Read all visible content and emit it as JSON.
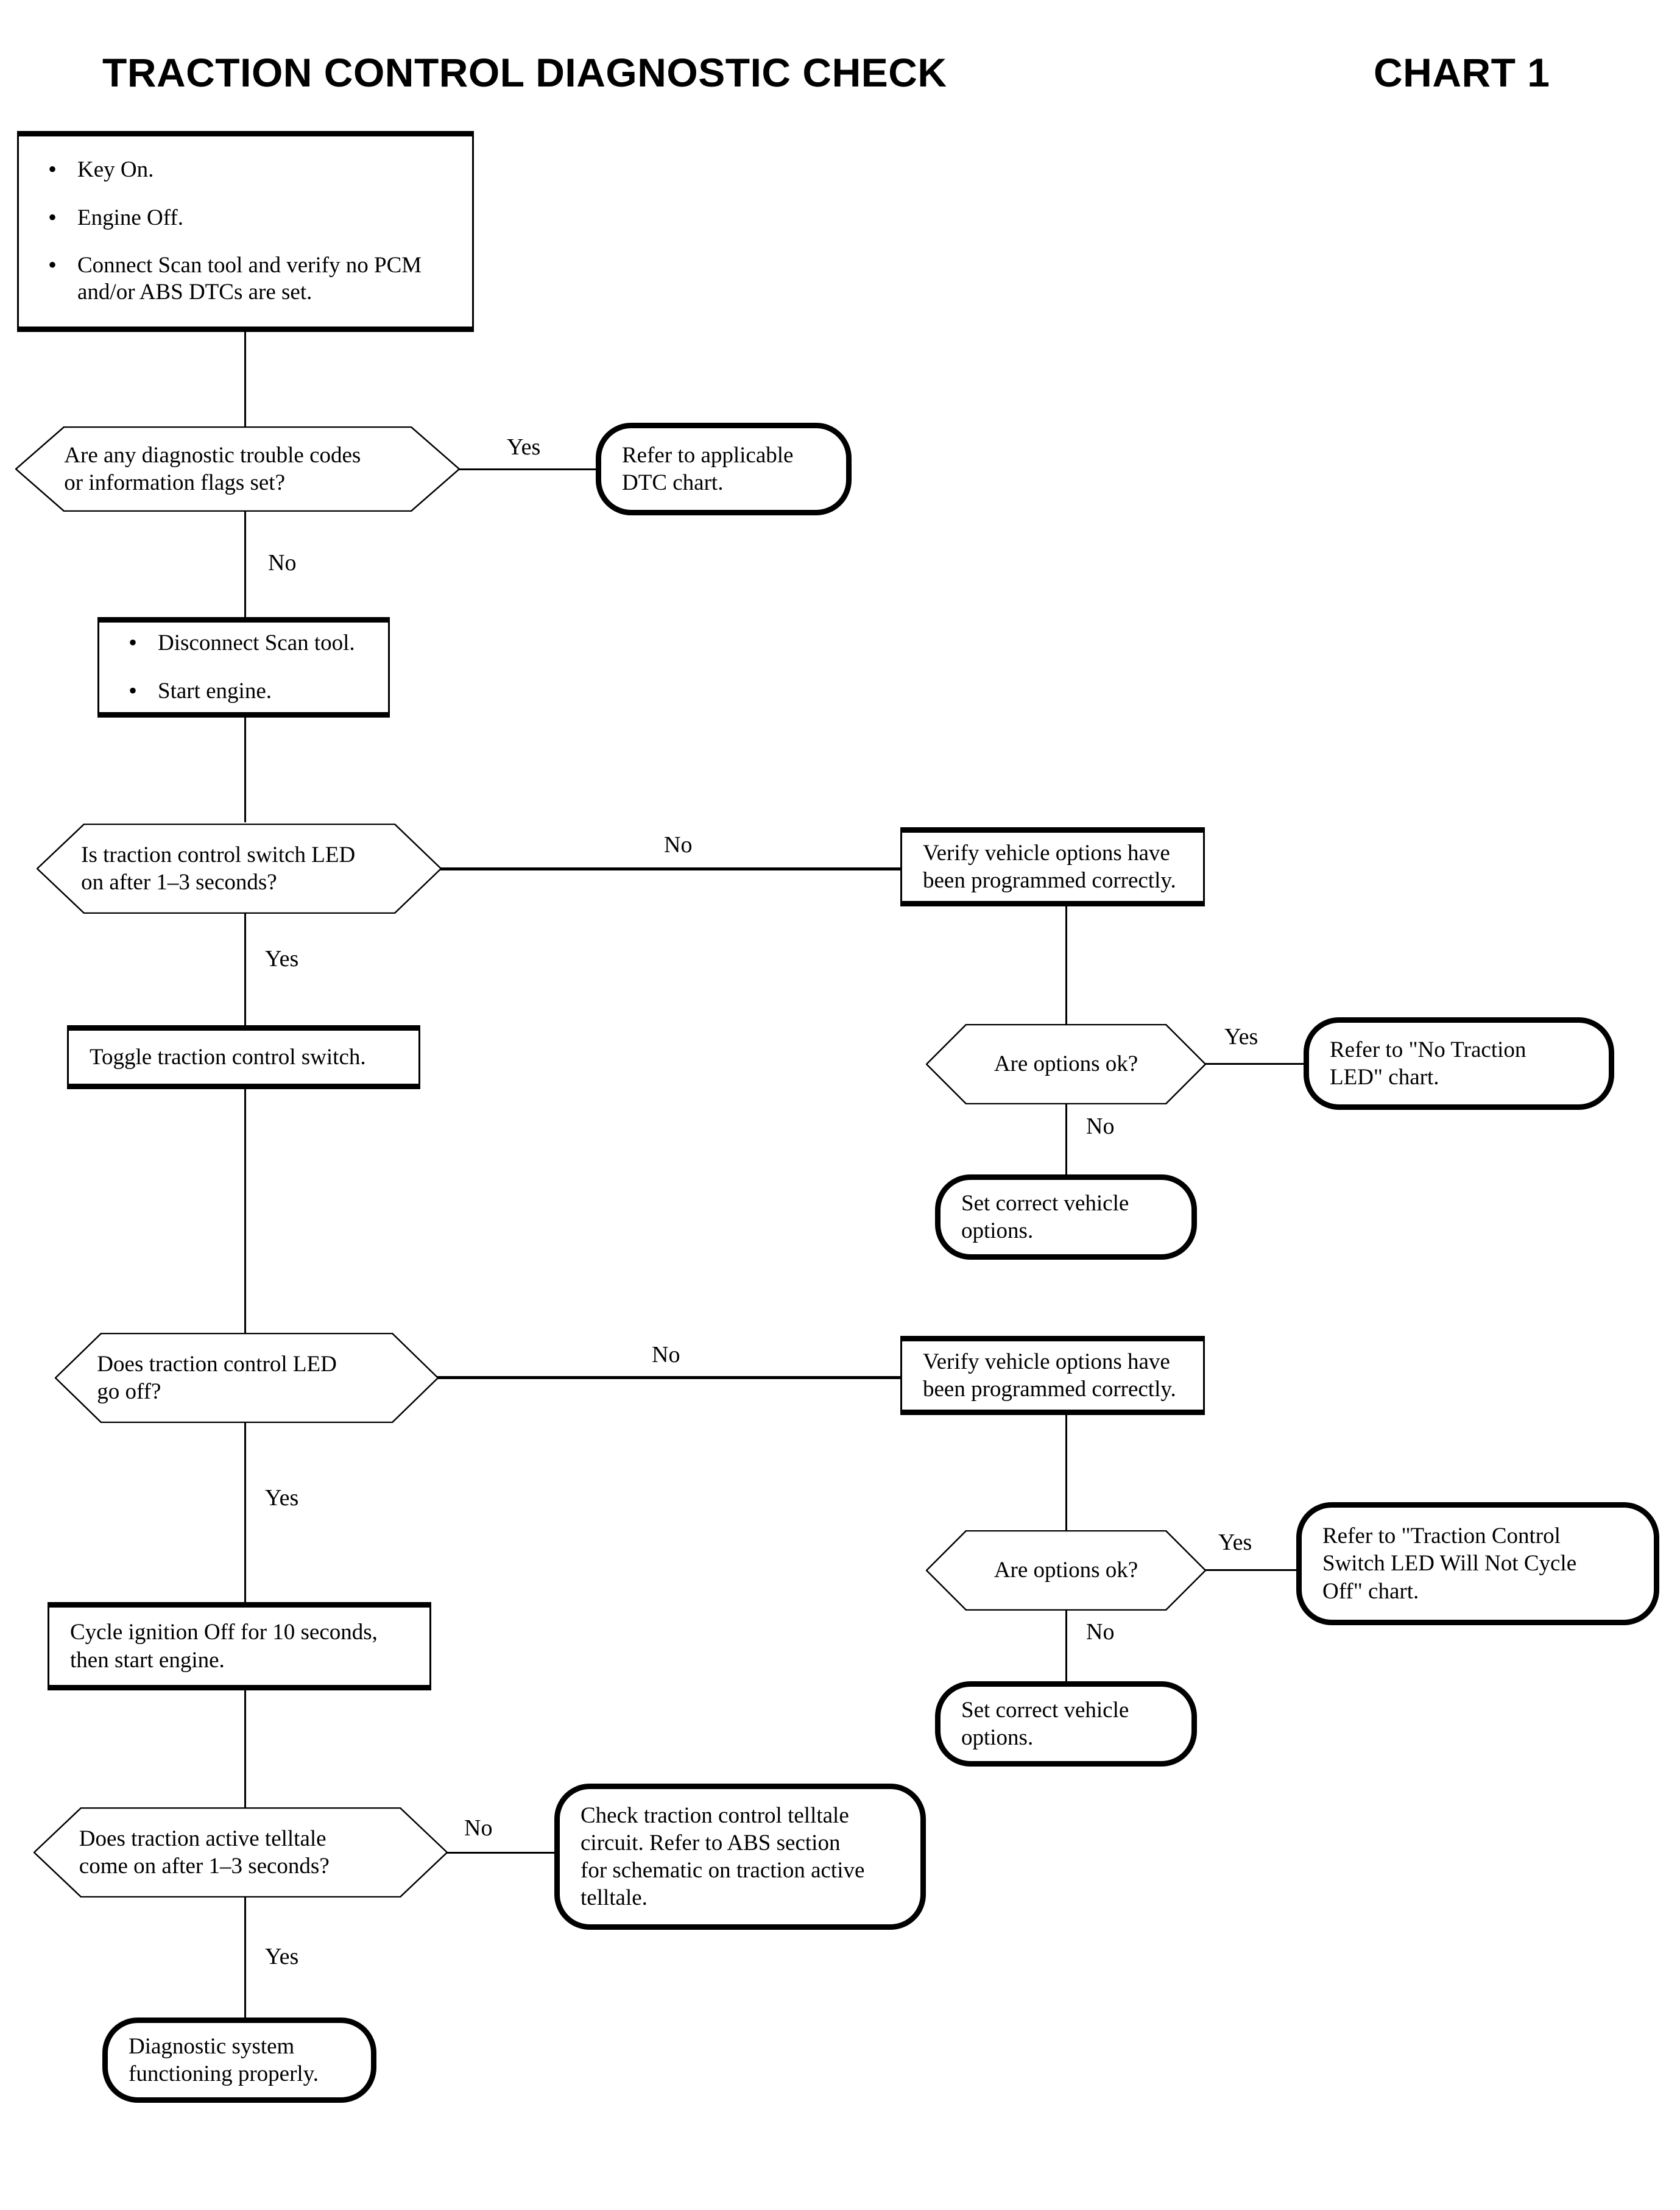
{
  "header": {
    "title": "TRACTION CONTROL DIAGNOSTIC CHECK",
    "chart_number": "CHART 1"
  },
  "nodes": {
    "start_box": {
      "type": "process",
      "bullets": [
        "Key On.",
        "Engine Off.",
        "Connect Scan tool and verify no PCM and/or ABS DTCs are set."
      ]
    },
    "decision_dtc": {
      "type": "decision",
      "line1": "Are any diagnostic trouble codes",
      "line2": "or information flags set?"
    },
    "refer_dtc_chart": {
      "type": "terminator",
      "line1": "Refer to applicable",
      "line2": "DTC chart."
    },
    "disconnect_box": {
      "type": "process",
      "bullets": [
        "Disconnect Scan tool.",
        "Start engine."
      ]
    },
    "decision_switch_led": {
      "type": "decision",
      "line1": "Is traction control switch LED",
      "line2": "on after 1–3 seconds?"
    },
    "verify_options_1": {
      "type": "process",
      "line1": "Verify vehicle options have",
      "line2": "been programmed correctly."
    },
    "toggle_switch": {
      "type": "process",
      "line1": "Toggle traction control switch."
    },
    "decision_options_ok_1": {
      "type": "decision",
      "line1": "Are options ok?"
    },
    "refer_no_traction_led": {
      "type": "terminator",
      "line1": "Refer to \"No Traction",
      "line2": "LED\" chart."
    },
    "set_options_1": {
      "type": "terminator",
      "line1": "Set correct vehicle",
      "line2": "options."
    },
    "decision_led_go_off": {
      "type": "decision",
      "line1": "Does traction control LED",
      "line2": "go off?"
    },
    "verify_options_2": {
      "type": "process",
      "line1": "Verify vehicle options have",
      "line2": "been programmed correctly."
    },
    "decision_options_ok_2": {
      "type": "decision",
      "line1": "Are options ok?"
    },
    "refer_cycle_off": {
      "type": "terminator",
      "line1": "Refer to \"Traction Control",
      "line2": "Switch LED Will Not Cycle",
      "line3": "Off\" chart."
    },
    "set_options_2": {
      "type": "terminator",
      "line1": "Set correct vehicle",
      "line2": "options."
    },
    "cycle_ignition": {
      "type": "process",
      "line1": "Cycle ignition Off for 10 seconds,",
      "line2": "then start engine."
    },
    "decision_telltale": {
      "type": "decision",
      "line1": "Does traction active telltale",
      "line2": "come on after 1–3 seconds?"
    },
    "check_telltale_circuit": {
      "type": "terminator",
      "line1": "Check traction control telltale",
      "line2": "circuit. Refer to ABS section",
      "line3": "for schematic on traction active",
      "line4": "telltale."
    },
    "diagnostic_ok": {
      "type": "terminator",
      "line1": "Diagnostic system",
      "line2": "functioning properly."
    }
  },
  "branch_labels": {
    "dtc_yes": "Yes",
    "dtc_no": "No",
    "switch_led_no": "No",
    "switch_led_yes": "Yes",
    "options_ok_1_yes": "Yes",
    "options_ok_1_no": "No",
    "led_go_off_no": "No",
    "led_go_off_yes": "Yes",
    "options_ok_2_yes": "Yes",
    "options_ok_2_no": "No",
    "telltale_no": "No",
    "telltale_yes": "Yes"
  },
  "colors": {
    "ink": "#000000",
    "paper": "#ffffff"
  }
}
